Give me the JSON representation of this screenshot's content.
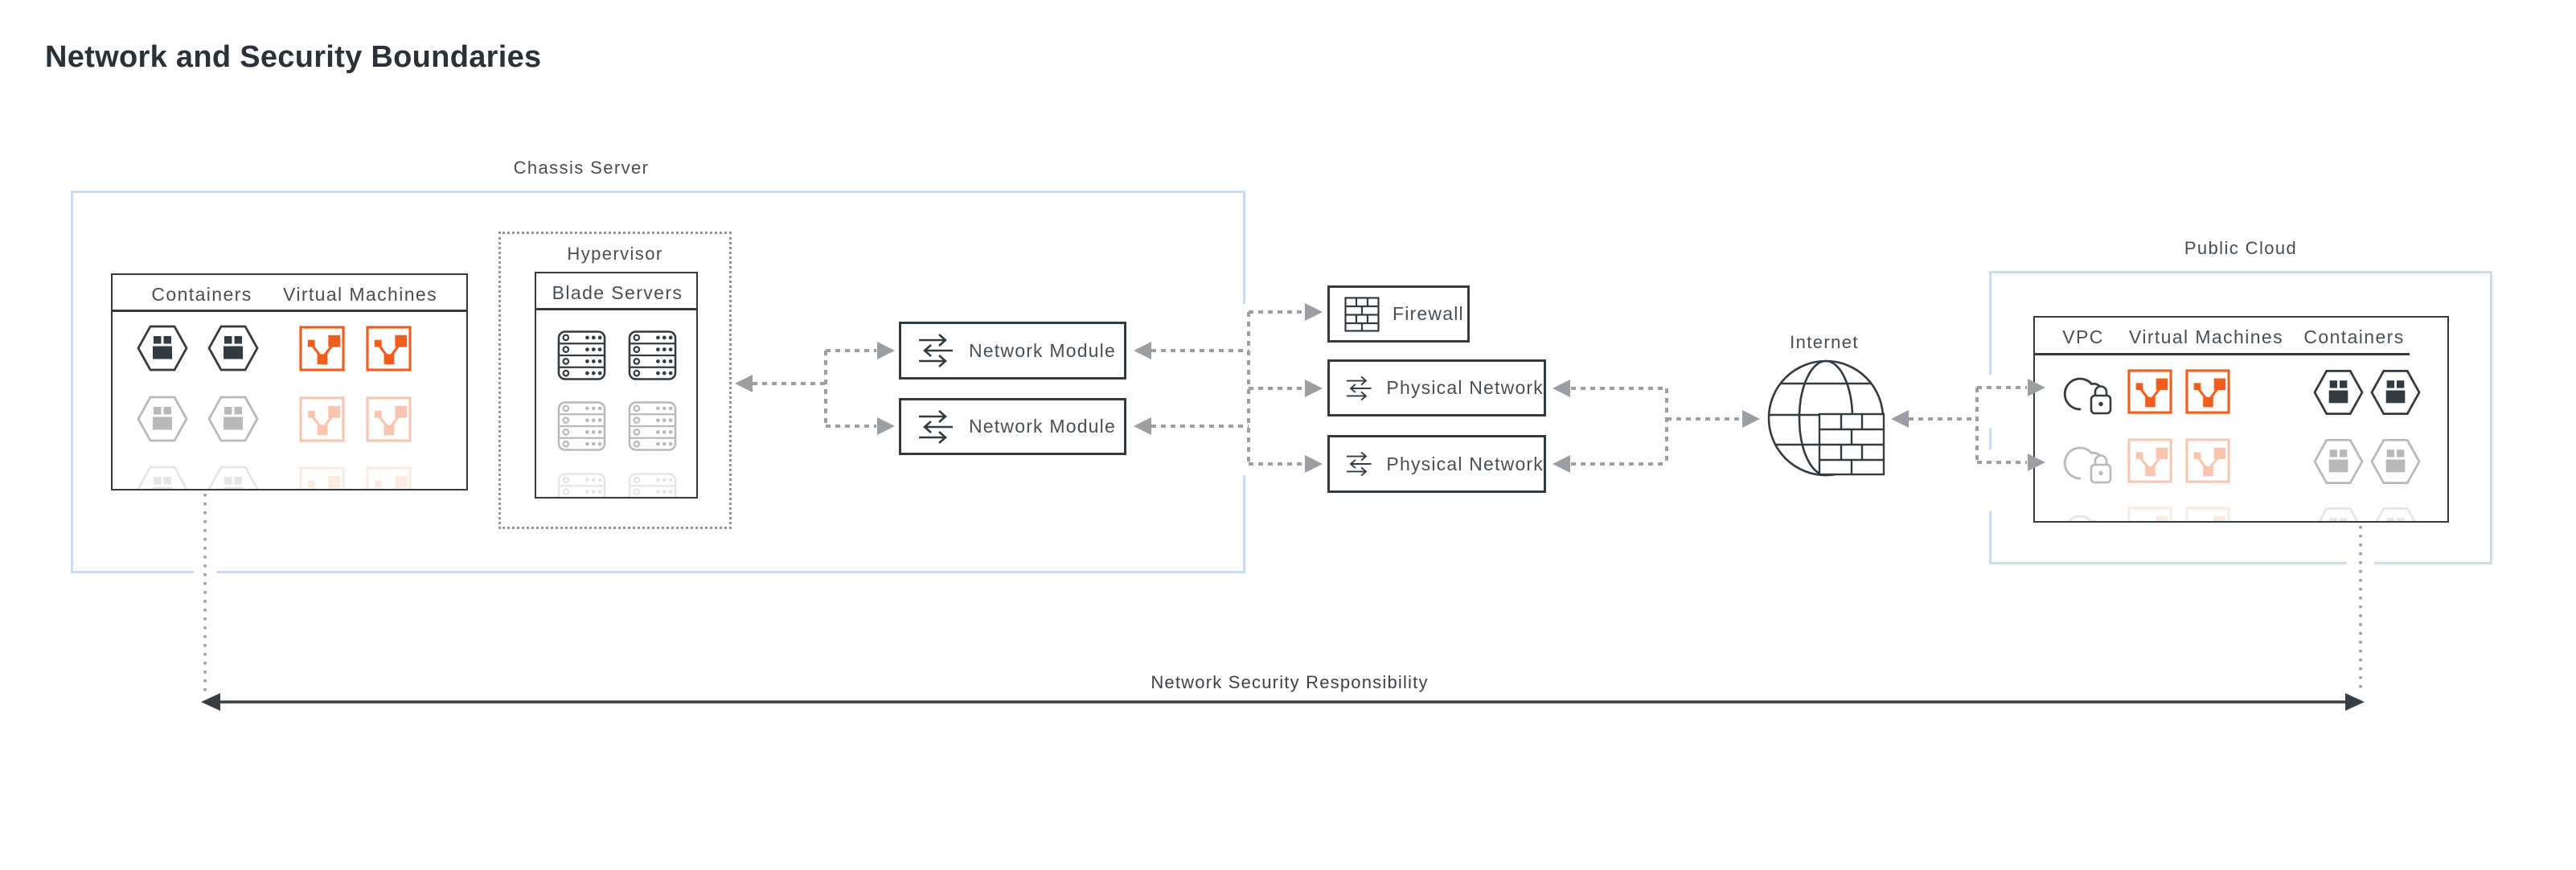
{
  "title": "Network and Security Boundaries",
  "chassis": {
    "label": "Chassis Server",
    "workloads": {
      "headers": {
        "containers": "Containers",
        "vms": "Virtual Machines"
      }
    },
    "hypervisor": {
      "label": "Hypervisor",
      "blades": {
        "header": "Blade Servers"
      }
    },
    "modules": {
      "m1": "Network Module",
      "m2": "Network Module"
    }
  },
  "edge": {
    "firewall": "Firewall",
    "physical1": "Physical Network",
    "physical2": "Physical Network"
  },
  "internet": {
    "label": "Internet"
  },
  "public_cloud": {
    "label": "Public Cloud",
    "panel": {
      "headers": {
        "vpc": "VPC",
        "vms": "Virtual Machines",
        "containers": "Containers"
      }
    }
  },
  "responsibility": "Network Security Responsibility",
  "icons": {
    "container": "hexagon-package-icon",
    "virtual_machine": "vm-nodes-icon",
    "blade_server": "server-rack-icon",
    "network_module": "exchange-arrows-icon",
    "firewall": "brick-wall-icon",
    "internet": "globe-firewall-icon",
    "vpc": "cloud-lock-icon"
  },
  "colors": {
    "accent_orange": "#f25c1d",
    "ink": "#333a40",
    "label_text": "#474e54",
    "frame_blue": "#ccdcf4",
    "connector_gray": "#9b9fa4"
  }
}
